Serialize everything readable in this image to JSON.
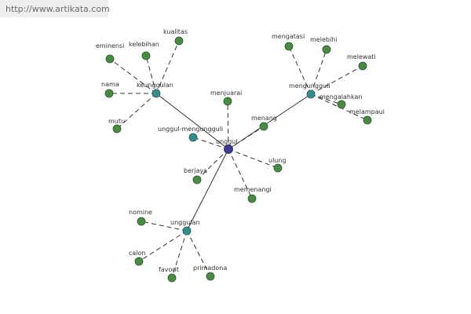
{
  "watermark": "http://www.artikata.com",
  "graph": {
    "center": "unggul",
    "hubs": [
      "keunggulan",
      "mengungguli",
      "unggul-mengungguli",
      "unggulan"
    ],
    "words": [
      "eminensi",
      "kelebihan",
      "kualitas",
      "nama",
      "mutu",
      "mengatasi",
      "melebihi",
      "melewati",
      "mengalahkan",
      "melampaui",
      "menjuarai",
      "menang",
      "ulung",
      "berjaya",
      "memenangi",
      "nomine",
      "calon",
      "favorit",
      "primadona"
    ],
    "colors": {
      "leaf": "#4a8a44",
      "hub": "#3a8c8c",
      "center": "#3c3c8c"
    }
  }
}
